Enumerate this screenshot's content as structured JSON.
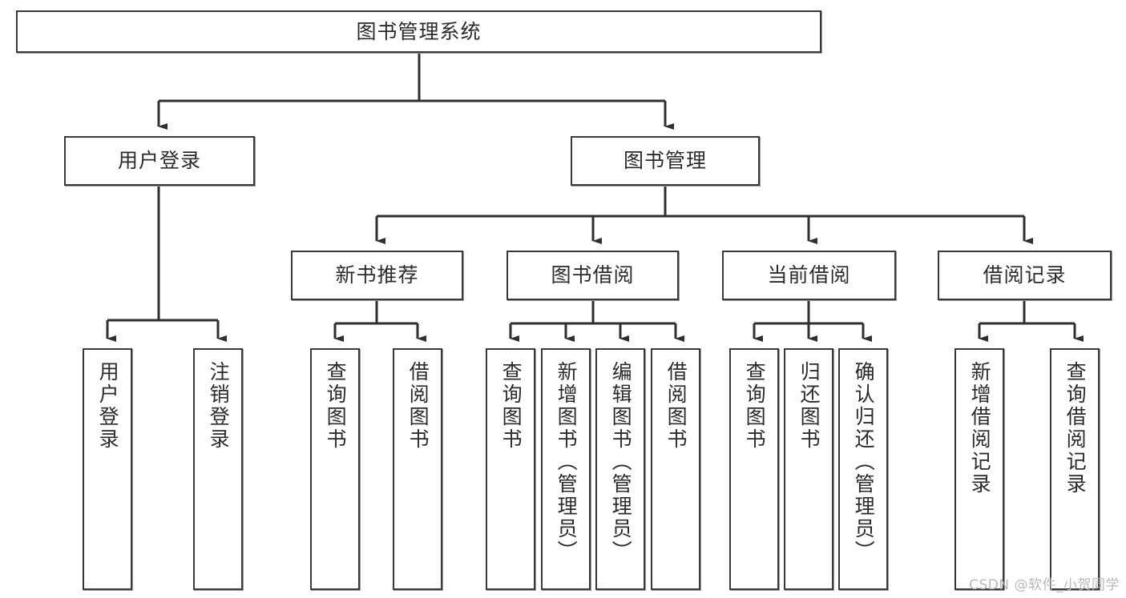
{
  "diagram": {
    "title": "图书管理系统",
    "type": "tree-hierarchy-chart",
    "orientation": "top-down",
    "colors": {
      "box_border": "#3a3a3a",
      "box_fill": "#ffffff",
      "edge": "#2f2f2f",
      "text": "#2b2b2b",
      "watermark": "#b9b9b9"
    },
    "root": {
      "label": "图书管理系统"
    },
    "level2": [
      {
        "id": "user-login",
        "label": "用户登录"
      },
      {
        "id": "book-management",
        "label": "图书管理"
      }
    ],
    "level3": [
      {
        "id": "new-book-recommend",
        "label": "新书推荐"
      },
      {
        "id": "book-borrow",
        "label": "图书借阅"
      },
      {
        "id": "current-borrow",
        "label": "当前借阅"
      },
      {
        "id": "borrow-record",
        "label": "借阅记录"
      }
    ],
    "leaves": {
      "user_login": [
        {
          "id": "leaf-user-login",
          "label": "用户登录"
        },
        {
          "id": "leaf-logout-login",
          "label": "注销登录"
        }
      ],
      "new_book_recommend": [
        {
          "id": "leaf-query-book-1",
          "label": "查询图书"
        },
        {
          "id": "leaf-borrow-book-1",
          "label": "借阅图书"
        }
      ],
      "book_borrow": [
        {
          "id": "leaf-query-book-2",
          "label": "查询图书"
        },
        {
          "id": "leaf-add-book",
          "label": "新增图书（管理员）"
        },
        {
          "id": "leaf-edit-book",
          "label": "编辑图书（管理员）"
        },
        {
          "id": "leaf-borrow-book-2",
          "label": "借阅图书"
        }
      ],
      "current_borrow": [
        {
          "id": "leaf-query-book-3",
          "label": "查询图书"
        },
        {
          "id": "leaf-return-book",
          "label": "归还图书"
        },
        {
          "id": "leaf-confirm-return",
          "label": "确认归还（管理员）"
        }
      ],
      "borrow_record": [
        {
          "id": "leaf-add-record",
          "label": "新增借阅记录"
        },
        {
          "id": "leaf-query-record",
          "label": "查询借阅记录"
        }
      ]
    }
  },
  "watermark": {
    "text": "CSDN @软件_小贺同学"
  }
}
